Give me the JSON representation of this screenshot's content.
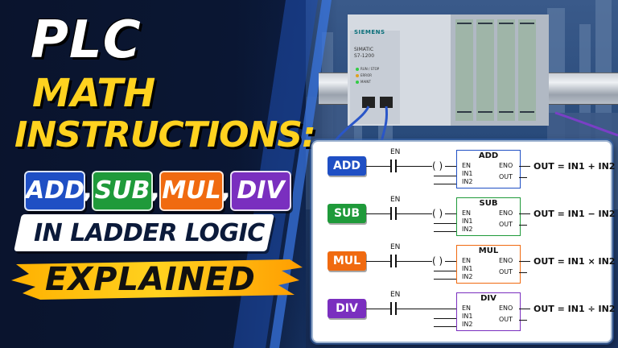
{
  "title": {
    "line1": "PLC",
    "line2": "MATH",
    "line3": "INSTRUCTIONS:",
    "ladder": "IN LADDER LOGIC",
    "explained": "EXPLAINED"
  },
  "chips": [
    {
      "label": "ADD",
      "color": "#1f4fc4"
    },
    {
      "label": "SUB",
      "color": "#1f9a3a"
    },
    {
      "label": "MUL",
      "color": "#f06a10"
    },
    {
      "label": "DIV",
      "color": "#7a2fbf"
    }
  ],
  "chip_separator": ",",
  "plc": {
    "brand": "SIEMENS",
    "model_line1": "SIMATIC",
    "model_line2": "S7-1200",
    "led1": "RUN / STOP",
    "led2": "ERROR",
    "led3": "MAINT"
  },
  "diagram": {
    "rows": [
      {
        "tag": "ADD",
        "color": "#1f4fc4",
        "title": "ADD",
        "formula": "OUT = IN1 + IN2"
      },
      {
        "tag": "SUB",
        "color": "#1f9a3a",
        "title": "SUB",
        "formula": "OUT = IN1 − IN2"
      },
      {
        "tag": "MUL",
        "color": "#f06a10",
        "title": "MUL",
        "formula": "OUT = IN1 × IN2"
      },
      {
        "tag": "DIV",
        "color": "#7a2fbf",
        "title": "DIV",
        "formula": "OUT = IN1 ÷ IN2"
      }
    ],
    "pins": {
      "en": "EN",
      "in1": "IN1",
      "in2": "IN2",
      "eno": "ENO",
      "out": "OUT",
      "contact": "EN"
    }
  }
}
